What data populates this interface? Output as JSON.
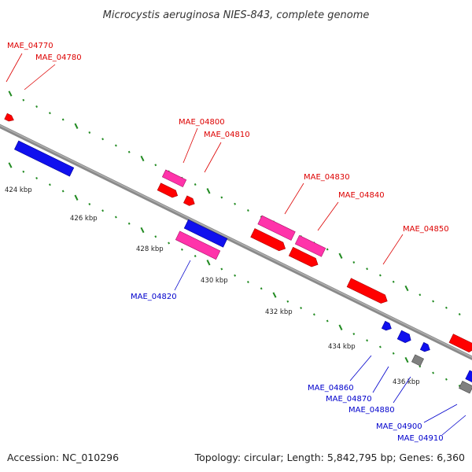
{
  "title": "Microcystis aeruginosa NIES-843, complete genome",
  "footer": {
    "accession": "Accession: NC_010296",
    "summary": "Topology: circular; Length: 5,842,795 bp; Genes: 6,360"
  },
  "colors": {
    "forward": "#ff0000",
    "forward_rna": "#ff33aa",
    "reverse": "#0000ee",
    "other": "#808080",
    "ticks": "#228b22",
    "backbone": "#8c8c8c"
  },
  "ticks": [
    {
      "label": "424 kbp"
    },
    {
      "label": "426 kbp"
    },
    {
      "label": "428 kbp"
    },
    {
      "label": "430 kbp"
    },
    {
      "label": "432 kbp"
    },
    {
      "label": "434 kbp"
    },
    {
      "label": "436 kbp"
    }
  ],
  "genes_forward": [
    {
      "label": "MAE_04770",
      "color": "forward"
    },
    {
      "label": "MAE_04780",
      "color": "forward"
    },
    {
      "label": "MAE_04800",
      "color": "forward_rna"
    },
    {
      "label": "MAE_04810",
      "color": "forward"
    },
    {
      "label": "MAE_04830",
      "color": "forward_rna"
    },
    {
      "label": "MAE_04840",
      "color": "forward_rna"
    },
    {
      "label": "MAE_04850",
      "color": "forward"
    }
  ],
  "genes_reverse": [
    {
      "label": "MAE_04820",
      "color": "forward_rna"
    },
    {
      "label": "MAE_04860",
      "color": "reverse"
    },
    {
      "label": "MAE_04870",
      "color": "reverse"
    },
    {
      "label": "MAE_04880",
      "color": "reverse"
    },
    {
      "label": "MAE_04900",
      "color": "other"
    },
    {
      "label": "MAE_04910",
      "color": "reverse"
    }
  ]
}
